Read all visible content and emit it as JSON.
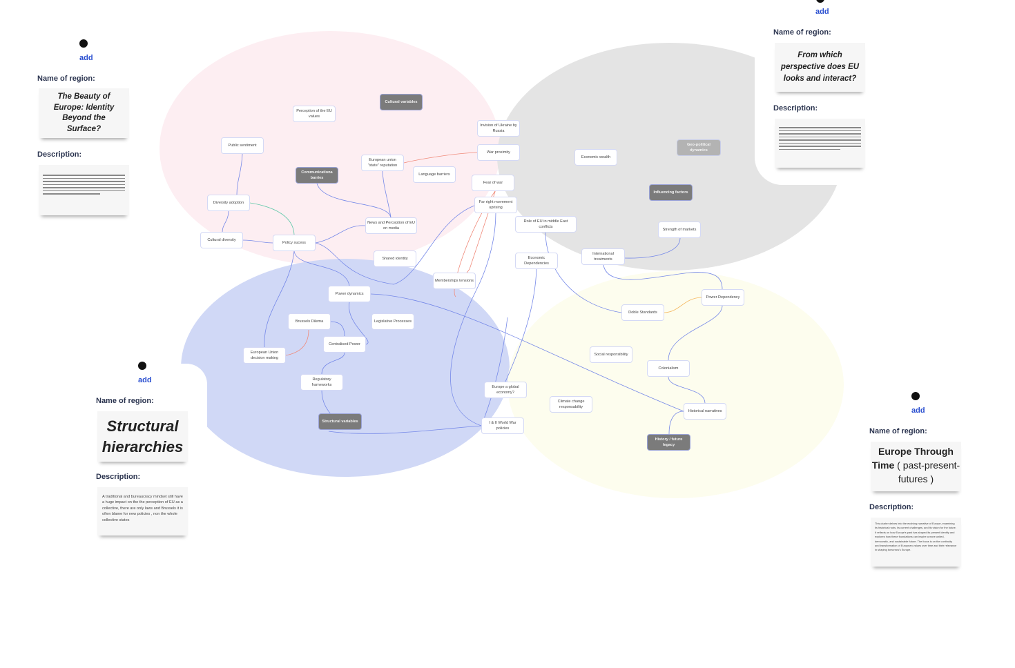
{
  "colors": {
    "pink": "#fdeef2",
    "gray": "#e4e4e4",
    "blue": "#d0d8f6",
    "yellow": "#fdfdee",
    "edge_blue": "#7588e8",
    "edge_red": "#f08a7a",
    "edge_teal": "#5ec8a8",
    "edge_orange": "#f5b860",
    "add_link": "#2a4fd0"
  },
  "nodes": {
    "perception_values": "Perception of the EU values",
    "cultural_variables": "Cultural variables",
    "public_sentiment": "Public sentiment",
    "communication_barriers": "Communicationa barries",
    "eu_state_reputation": "European union \"state\" reputation",
    "language_barriers": "Language barriers",
    "ukraine_invasion": "Invision of Ukraine by Russia",
    "war_proximity": "War proximity",
    "fear_of_war": "Fear of war",
    "far_right": "Far right movement uprising",
    "diversity_adoption": "Diversity adoption",
    "cultural_diversity": "Cultural diversity",
    "policy_success": "Policy sucess",
    "news_perception": "News and Perception of EU on media",
    "shared_identity": "Shared identity",
    "economic_wealth": "Economic wealth",
    "geopolitical_dynamics": "Geo-political dynamics",
    "influencing_factors": "Influencing factors",
    "middle_east": "Role of EU in middle East conflicts",
    "strength_markets": "Strength of markets",
    "international_treatments": "International treatments",
    "economic_dependencies": "Economic Dependencies",
    "membership_tensions": "Memberships tensions",
    "power_dynamics": "Power dynamics",
    "brussels_dilema": "Brussels Dilema",
    "legislative_processes": "Legislative Processes",
    "centralised_power": "Centralised Power",
    "eu_decision_making": "European Union decision making",
    "regulatory_frameworks": "Regulatory frameworks",
    "structural_variables": "Structural variables",
    "global_economy": "Europe a global economy?",
    "world_war_policies": "I & II World War policies",
    "power_dependency": "Power Dependency",
    "doble_standards": "Doble Standards",
    "social_responsibility": "Social responsibility",
    "colonialism": "Colonialism",
    "climate_change": "Climate change responsability",
    "historical_narratives": "Historical narratives",
    "history_future": "History / future legacy"
  },
  "panels": [
    {
      "add": "add",
      "name_label": "Name of region:",
      "title": "The Beauty of Europe:  Identity Beyond the Surface?",
      "desc_label": "Description:"
    },
    {
      "add": "add",
      "name_label": "Name of region:",
      "title": "From which perspective does EU looks and interact?",
      "desc_label": "Description:"
    },
    {
      "add": "add",
      "name_label": "Name of region:",
      "title": "Structural hierarchies",
      "desc_label": "Description:",
      "description": "A traditional and bureaucracy mindset still have a huge impact on the the perception of EU as a collective, there are only laws and Brussels it is often blame for new policies , non the whole collective states"
    },
    {
      "add": "add",
      "name_label": "Name of region:",
      "title_bold": "Europe Through Time",
      "title_rest": " ( past-present-futures )",
      "desc_label": "Description:",
      "description": "This cluster delves into the evolving narrative of Europe, examining its historical roots, its current challenges, and its vision for the future. It reflects on how Europe's past has shaped its present identity and explores how these foundations can inspire a more united, democratic, and sustainable future. The focus is on the continuity and transformation of European values over time and their relevance in shaping tomorrow's Europe."
    }
  ]
}
